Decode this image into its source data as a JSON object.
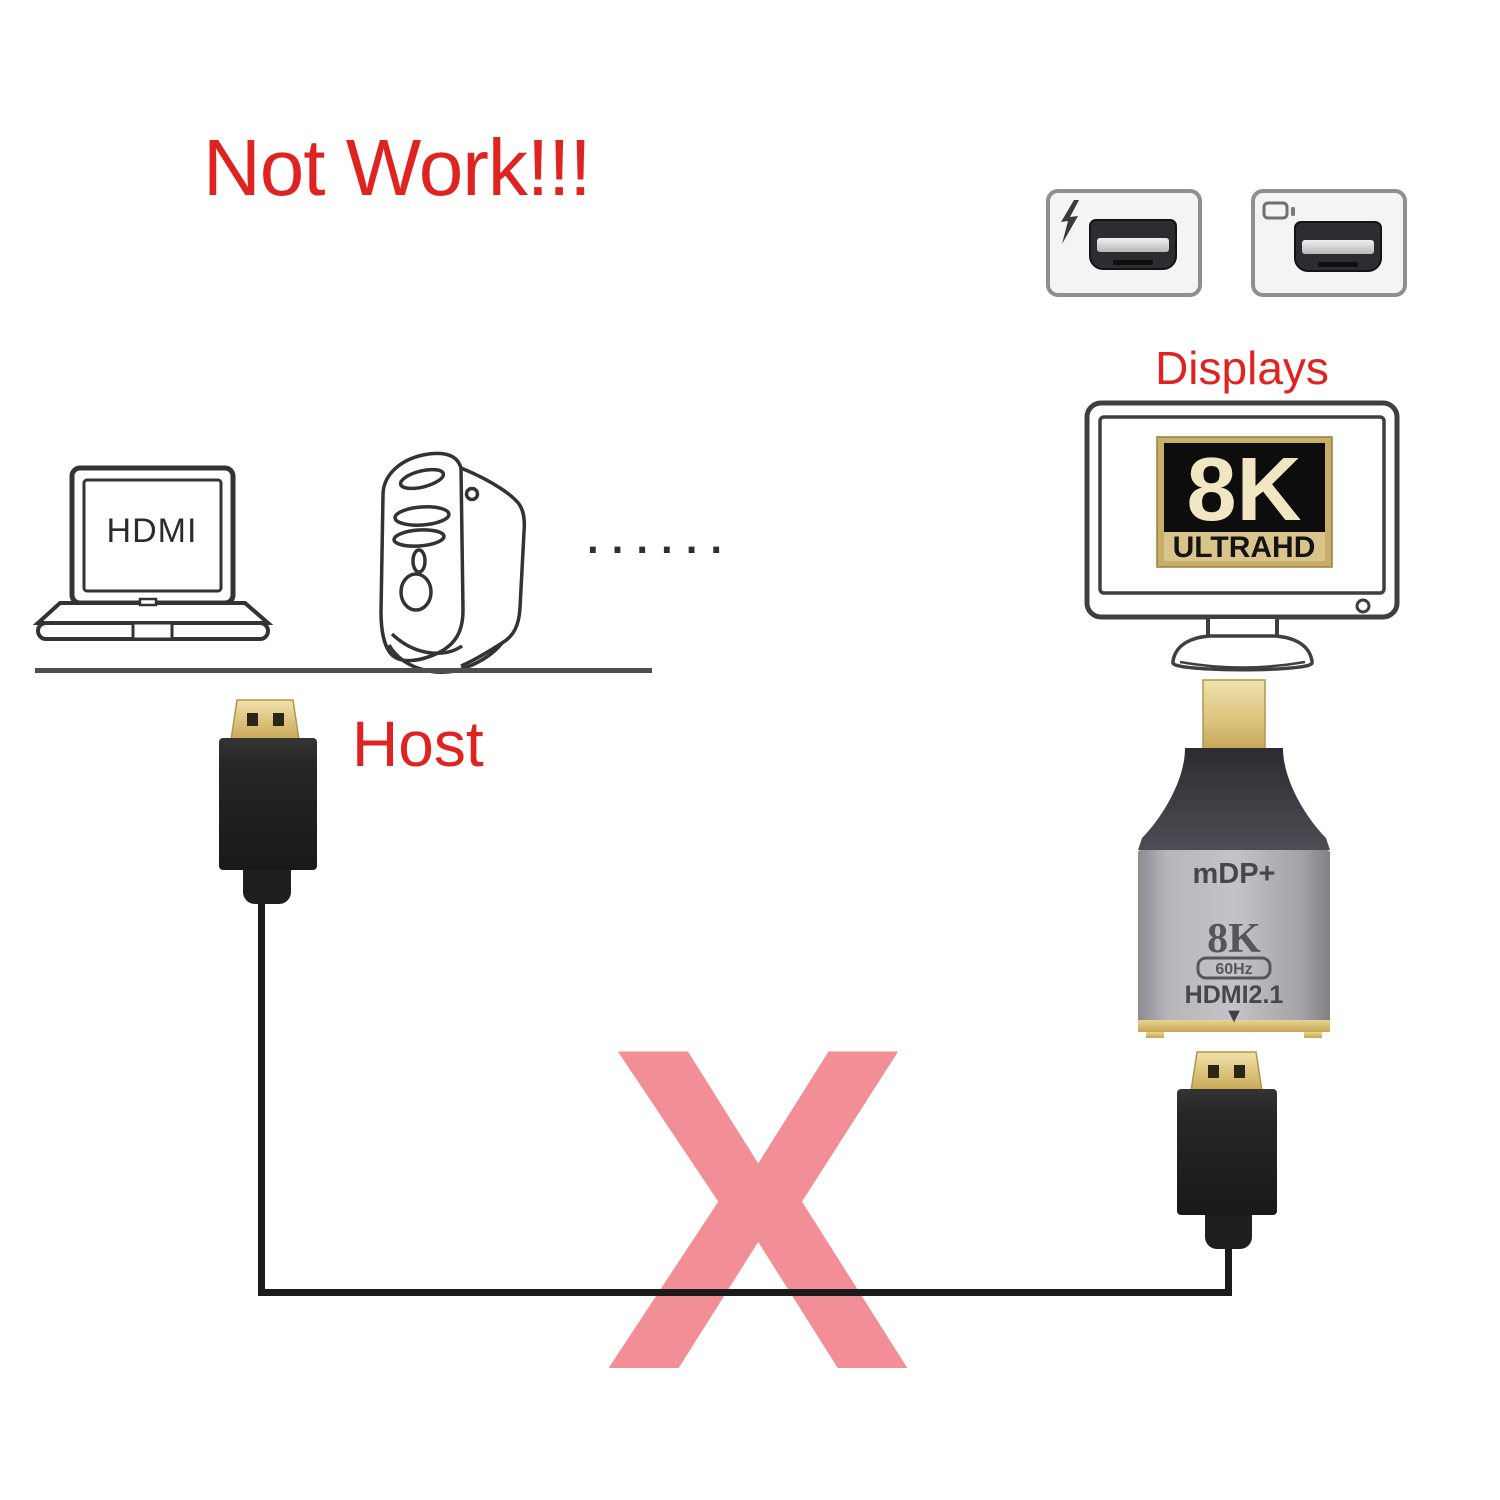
{
  "colors": {
    "accent_red": "#df2320",
    "cross_pink": "#f28e96",
    "gold": "#d9bf75",
    "adapter_body_gray": "#b5b5ba",
    "connector_black": "#222222"
  },
  "title": "Not Work!!!",
  "host_section": {
    "label": "Host",
    "laptop_screen_label": "HDMI",
    "ellipsis": "......"
  },
  "displays_section": {
    "label": "Displays",
    "monitor_badge": {
      "line1": "8K",
      "line2": "ULTRAHD"
    }
  },
  "adapter": {
    "port_label": "mDP+",
    "resolution": "8K",
    "refresh_rate": "60Hz",
    "spec": "HDMI2.1",
    "down_arrow": "▼"
  },
  "cross_mark": "X"
}
